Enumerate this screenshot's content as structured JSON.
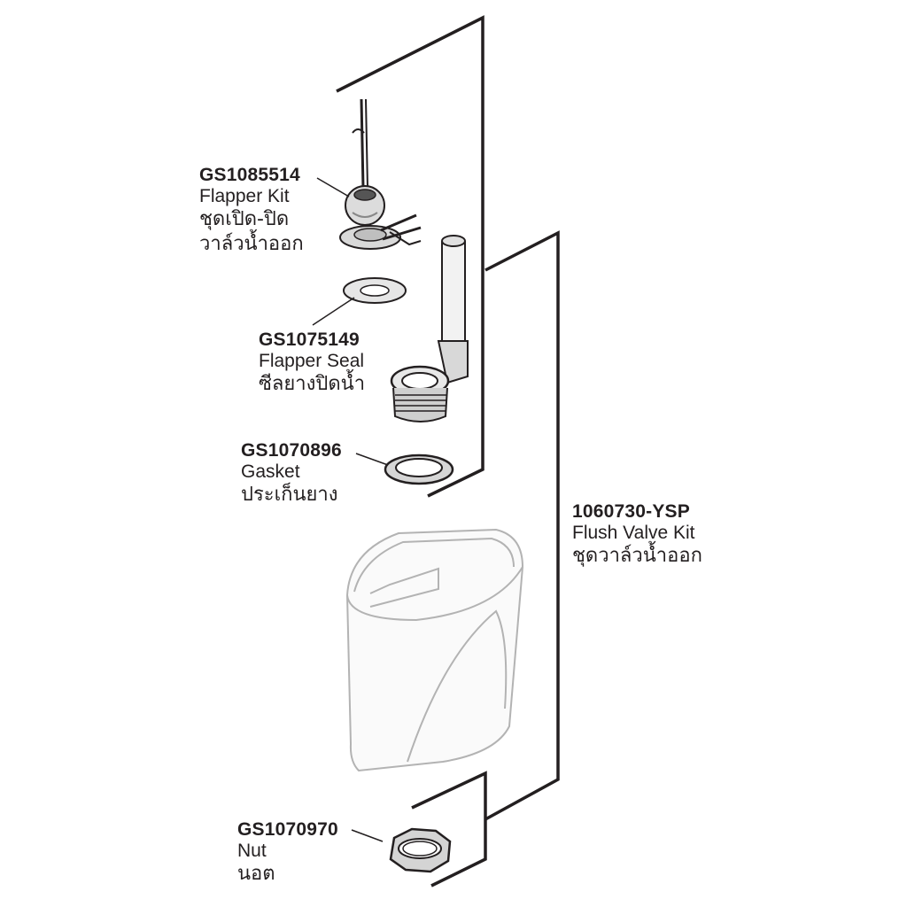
{
  "parts": [
    {
      "code": "GS1085514",
      "name": "Flapper Kit",
      "thai_lines": [
        "ชุดเปิด-ปิด",
        "วาล์วน้ำออก"
      ]
    },
    {
      "code": "GS1075149",
      "name": "Flapper Seal",
      "thai_lines": [
        "ซีลยางปิดน้ำ"
      ]
    },
    {
      "code": "GS1070896",
      "name": "Gasket",
      "thai_lines": [
        "ประเก็นยาง"
      ]
    },
    {
      "code": "GS1070970",
      "name": "Nut",
      "thai_lines": [
        "นอต"
      ]
    }
  ],
  "kit": {
    "code": "1060730-YSP",
    "name": "Flush Valve Kit",
    "thai": "ชุดวาล์วน้ำออก"
  }
}
